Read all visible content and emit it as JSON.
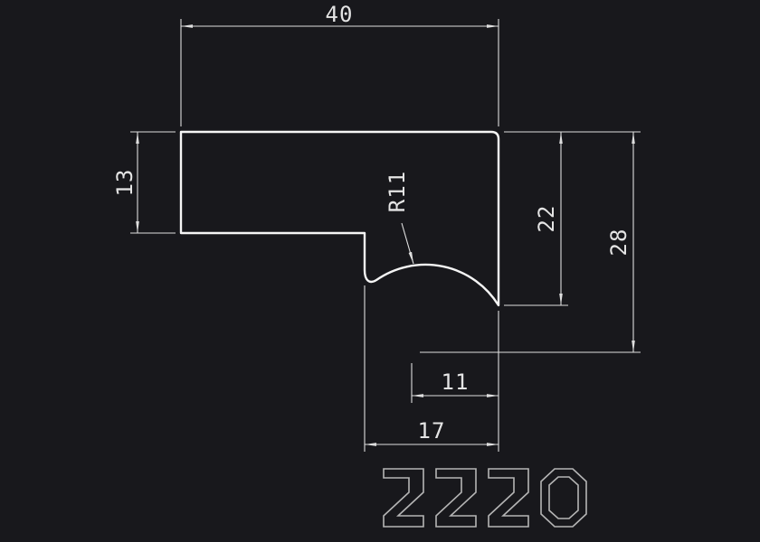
{
  "drawing": {
    "background_color": "#18181c",
    "geometry_color": "#f5f5f5",
    "dimension_color": "#dedede",
    "part_number_color": "#b5b5b5",
    "part_number": "2220",
    "dimensions": {
      "top_width": "40",
      "left_height": "13",
      "fillet_radius": "R11",
      "right_height": "22",
      "overall_height": "28",
      "inner_width": "11",
      "notch_width": "17"
    }
  }
}
